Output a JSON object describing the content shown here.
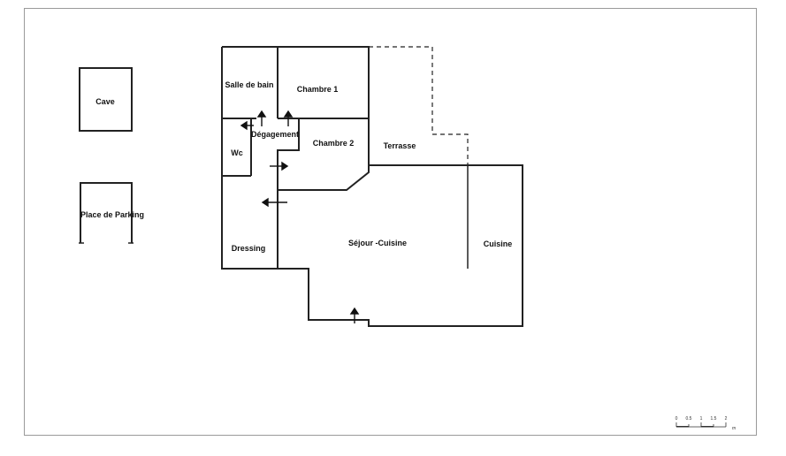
{
  "rooms": {
    "cave": "Cave",
    "parking": "Place de Parking",
    "salle_de_bain": "Salle de bain",
    "chambre1": "Chambre 1",
    "degagement": "Dégagement",
    "chambre2": "Chambre 2",
    "terrasse": "Terrasse",
    "wc": "Wc",
    "dressing": "Dressing",
    "sejour": "Séjour -Cuisine",
    "cuisine": "Cuisine"
  },
  "scale": {
    "ticks": [
      "0",
      "0.5",
      "1",
      "1.5",
      "2"
    ],
    "unit": "m"
  },
  "colors": {
    "wall": "#222222",
    "border": "#9a9a9a"
  }
}
